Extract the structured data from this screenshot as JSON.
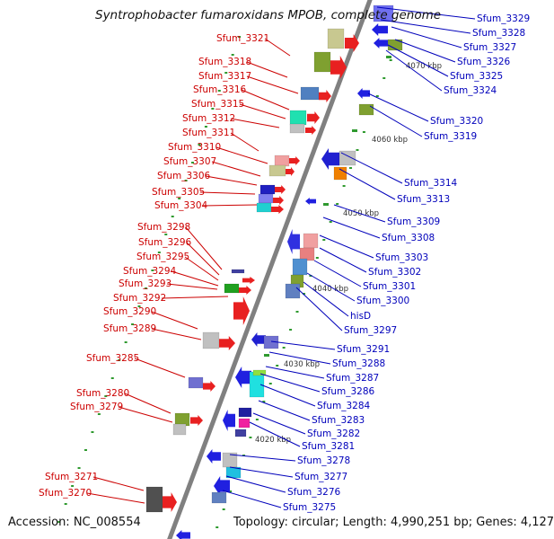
{
  "title": "Syntrophobacter fumaroxidans MPOB, complete genome",
  "footer": {
    "accession": "Accession: NC_008554",
    "summary": "Topology: circular; Length: 4,990,251 bp; Genes: 4,127"
  },
  "colors": {
    "left_label": "#cc0000",
    "right_label": "#0000bb",
    "backbone": "#808080",
    "tick": "#2f9a2f"
  },
  "kbp_markers": [
    "4070 kbp",
    "4060 kbp",
    "4050 kbp",
    "4040 kbp",
    "4030 kbp",
    "4020 kbp"
  ],
  "left_genes": [
    "Sfum_3321",
    "Sfum_3318",
    "Sfum_3317",
    "Sfum_3316",
    "Sfum_3315",
    "Sfum_3312",
    "Sfum_3311",
    "Sfum_3310",
    "Sfum_3307",
    "Sfum_3306",
    "Sfum_3305",
    "Sfum_3304",
    "Sfum_3298",
    "Sfum_3296",
    "Sfum_3295",
    "Sfum_3294",
    "Sfum_3293",
    "Sfum_3292",
    "Sfum_3290",
    "Sfum_3289",
    "Sfum_3285",
    "Sfum_3280",
    "Sfum_3279",
    "Sfum_3271",
    "Sfum_3270"
  ],
  "right_genes": [
    "Sfum_3329",
    "Sfum_3328",
    "Sfum_3327",
    "Sfum_3326",
    "Sfum_3325",
    "Sfum_3324",
    "Sfum_3320",
    "Sfum_3319",
    "Sfum_3314",
    "Sfum_3313",
    "Sfum_3309",
    "Sfum_3308",
    "Sfum_3303",
    "Sfum_3302",
    "Sfum_3301",
    "Sfum_3300",
    "hisD",
    "Sfum_3297",
    "Sfum_3291",
    "Sfum_3288",
    "Sfum_3287",
    "Sfum_3286",
    "Sfum_3284",
    "Sfum_3283",
    "Sfum_3282",
    "Sfum_3281",
    "Sfum_3278",
    "Sfum_3277",
    "Sfum_3276",
    "Sfum_3275"
  ]
}
